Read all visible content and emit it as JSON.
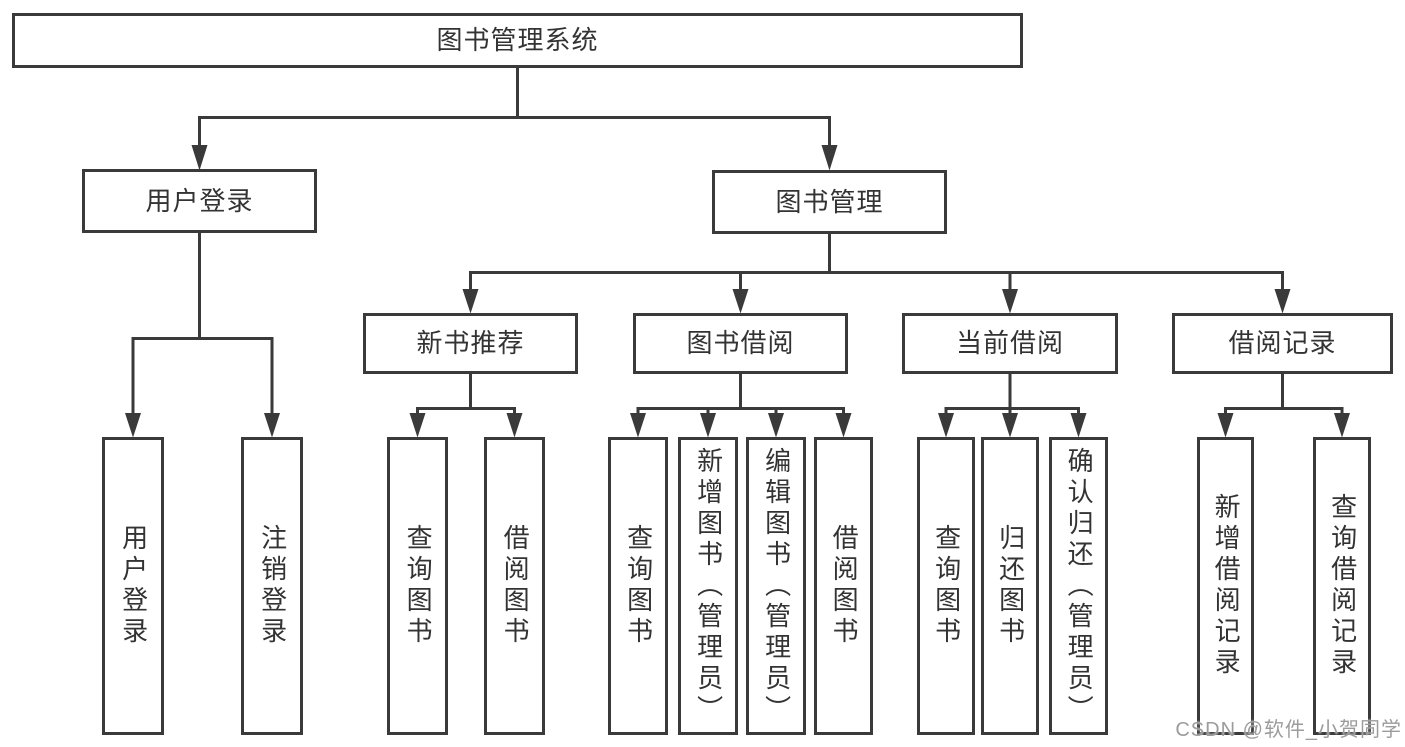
{
  "diagram": {
    "tree": {
      "label": "图书管理系统",
      "children": [
        {
          "label": "用户登录",
          "children": [
            {
              "label": "用户登录"
            },
            {
              "label": "注销登录"
            }
          ]
        },
        {
          "label": "图书管理",
          "children": [
            {
              "label": "新书推荐",
              "children": [
                {
                  "label": "查询图书"
                },
                {
                  "label": "借阅图书"
                }
              ]
            },
            {
              "label": "图书借阅",
              "children": [
                {
                  "label": "查询图书"
                },
                {
                  "label": "新增图书（管理员）"
                },
                {
                  "label": "编辑图书（管理员）"
                },
                {
                  "label": "借阅图书"
                }
              ]
            },
            {
              "label": "当前借阅",
              "children": [
                {
                  "label": "查询图书"
                },
                {
                  "label": "归还图书"
                },
                {
                  "label": "确认归还（管理员）"
                }
              ]
            },
            {
              "label": "借阅记录",
              "children": [
                {
                  "label": "新增借阅记录"
                },
                {
                  "label": "查询借阅记录"
                }
              ]
            }
          ]
        }
      ]
    }
  },
  "watermark": {
    "text": "CSDN @软件_小贺同学"
  },
  "colors": {
    "line": "#3a3a3a",
    "box_border": "#3a3a3a",
    "text": "#333333",
    "background": "#ffffff",
    "watermark": "#9c9c9c"
  }
}
